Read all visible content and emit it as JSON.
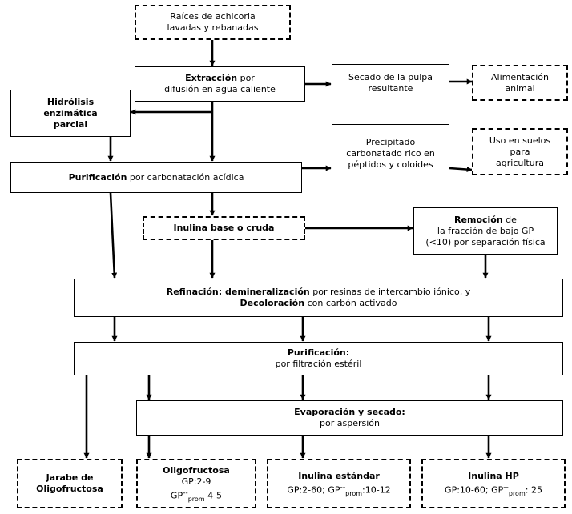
{
  "diagram": {
    "raw": {
      "line1": "Raíces de achicoria",
      "line2": "lavadas y rebanadas"
    },
    "extraction": {
      "bold": "Extracción",
      "rest": " por",
      "line2": "difusión en agua caliente"
    },
    "pulp": {
      "line1": "Secado de la pulpa",
      "line2": "resultante"
    },
    "feed": {
      "line1": "Alimentación",
      "line2": "animal"
    },
    "hydrolysis": {
      "line1": "Hidrólisis",
      "line2": "enzimática",
      "line3": "parcial"
    },
    "precip": {
      "line1": "Precipitado",
      "line2": "carbonatado rico en",
      "line3": "péptidos y coloides"
    },
    "soil": {
      "line1": "Uso en suelos",
      "line2": "para",
      "line3": "agricultura"
    },
    "purif1": {
      "bold": "Purificación",
      "rest": " por carbonatación acídica"
    },
    "crude": {
      "label": "Inulina base o cruda"
    },
    "removal": {
      "bold": "Remoción",
      "rest": " de",
      "line2": "la fracción de bajo GP",
      "line3": "(<10) por separación física"
    },
    "refine": {
      "bold1": "Refinación: demineralización",
      "rest1": " por resinas de intercambio iónico, y",
      "bold2": "Decoloración",
      "rest2": " con carbón activado"
    },
    "purif2": {
      "bold": "Purificación:",
      "line2": "por filtración estéril"
    },
    "evap": {
      "bold": "Evaporación y secado:",
      "line2": "por aspersión"
    },
    "syrup": {
      "line1": "Jarabe de",
      "line2": "Oligofructosa"
    },
    "oligo": {
      "title": "Oligofructosa",
      "line2": "GP:2-9",
      "gp": "GP",
      "sup": "--",
      "sub": "prom",
      "value": " 4-5"
    },
    "standard": {
      "title": "Inulina estándar",
      "pre": "GP:2-60; ",
      "gp": "GP",
      "sup": "--",
      "sub": "prom",
      "value": ":10-12"
    },
    "hp": {
      "title": "Inulina HP",
      "pre": "GP:10-60; ",
      "gp": "GP",
      "sup": "--",
      "sub": "prom",
      "value": ": 25"
    }
  }
}
